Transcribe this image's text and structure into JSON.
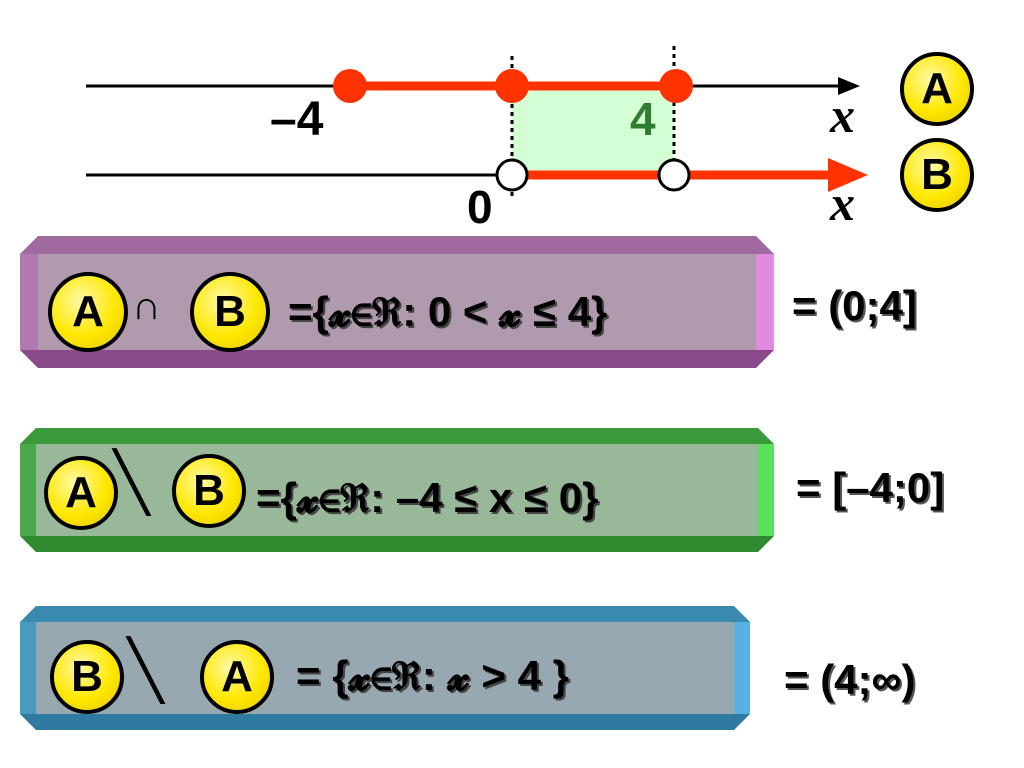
{
  "number_lines": {
    "line_a": {
      "label": "A",
      "axis_var": "x",
      "left_endpoint": "–4",
      "right_endpoint": "4"
    },
    "line_b": {
      "label": "B",
      "axis_var": "x",
      "left_endpoint": "0"
    }
  },
  "rows": [
    {
      "set1": "A",
      "op": "∩",
      "set2": "B",
      "expr": "={𝔁∈ℜ: 0 < 𝔁 ≤ 4}",
      "result": "= (0;4]"
    },
    {
      "set1": "A",
      "op": "╲",
      "set2": "B",
      "expr": "={𝔁∈ℜ: –4 ≤ x ≤ 0}",
      "result": "= [–4;0]"
    },
    {
      "set1": "B",
      "op": "╲",
      "set2": "A",
      "expr": "= {𝔁∈ℜ: 𝔁 > 4 }",
      "result": "= (4;∞)"
    }
  ],
  "colors": {
    "segment": "#ff3300",
    "dot": "#ff3300",
    "overlap": "#d4ffd4",
    "row1": "#b09aae",
    "row2": "#99b89a",
    "row3": "#98a8b0",
    "badge": "#ffe800"
  }
}
